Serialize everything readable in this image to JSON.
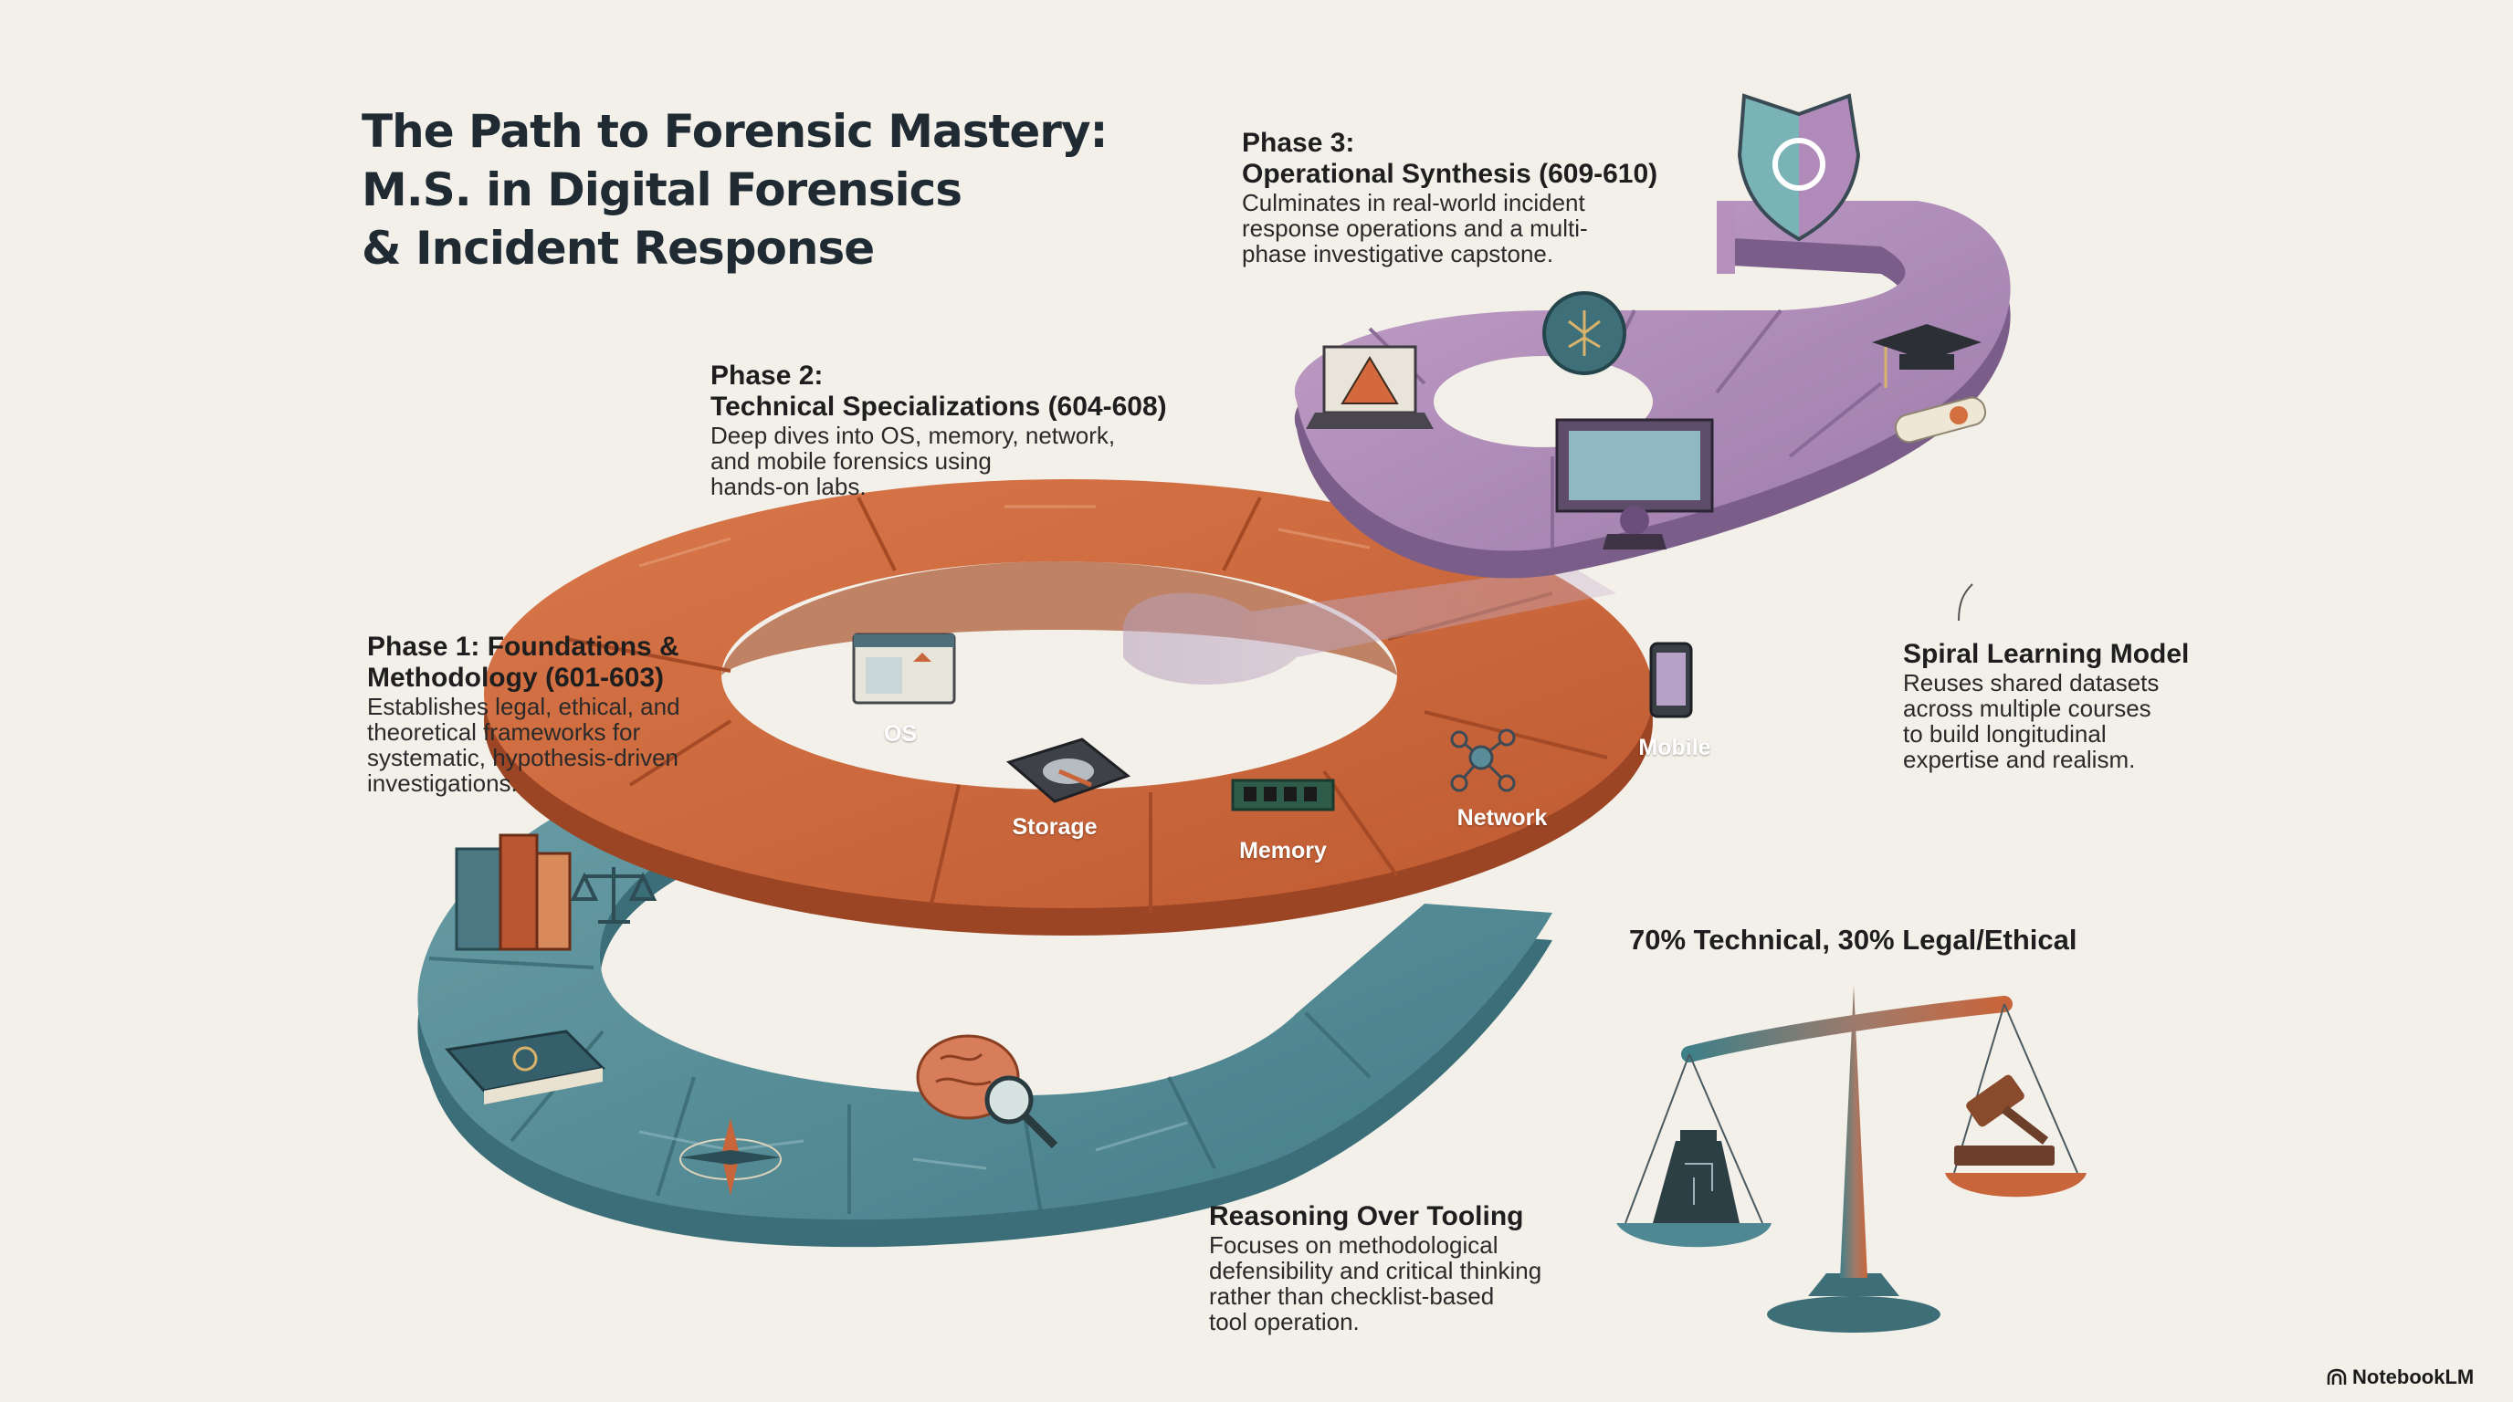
{
  "title": {
    "line1": "The Path to Forensic Mastery:",
    "line2": "M.S. in Digital Forensics",
    "line3": "& Incident Response"
  },
  "phase3": {
    "label": "Phase 3:",
    "title": "Operational Synthesis (609-610)",
    "desc_lines": [
      "Culminates in real-world incident",
      "response operations and a multi-",
      "phase investigative capstone."
    ]
  },
  "phase2": {
    "label": "Phase 2:",
    "title": "Technical Specializations (604-608)",
    "desc_lines": [
      "Deep dives into OS, memory, network,",
      "and mobile forensics using",
      "hands-on labs."
    ]
  },
  "phase1": {
    "title_lines": [
      "Phase 1: Foundations &",
      "Methodology (601-603)"
    ],
    "desc_lines": [
      "Establishes legal, ethical, and",
      "theoretical frameworks for",
      "systematic, hypothesis-driven",
      "investigations."
    ]
  },
  "spiral_model": {
    "title": "Spiral Learning Model",
    "desc_lines": [
      "Reuses shared datasets",
      "across multiple courses",
      "to build longitudinal",
      "expertise and realism."
    ]
  },
  "ratio_label": "70% Technical, 30% Legal/Ethical",
  "reasoning": {
    "title": "Reasoning Over Tooling",
    "desc_lines": [
      "Focuses on methodological",
      "defensibility and critical thinking",
      "rather than checklist-based",
      "tool operation."
    ]
  },
  "segments": {
    "os": "OS",
    "storage": "Storage",
    "memory": "Memory",
    "network": "Network",
    "mobile": "Mobile"
  },
  "brand": "NotebookLM",
  "colors": {
    "background": "#f3f0e9",
    "teal_ring": "#4f8893",
    "orange_ring": "#c9653a",
    "purple_ring": "#a884b0",
    "text_dark": "#1f2a33"
  },
  "icons": [
    "books-icon",
    "scales-icon",
    "law-book-icon",
    "compass-icon",
    "brain-magnifier-icon",
    "os-window-icon",
    "hard-drive-icon",
    "memory-chip-icon",
    "network-nodes-icon",
    "mobile-phone-icon",
    "warning-laptop-icon",
    "circuit-badge-icon",
    "presentation-icon",
    "graduation-cap-icon",
    "diploma-icon",
    "shield-icon",
    "balance-scale-icon",
    "gavel-icon",
    "weight-chip-icon"
  ]
}
